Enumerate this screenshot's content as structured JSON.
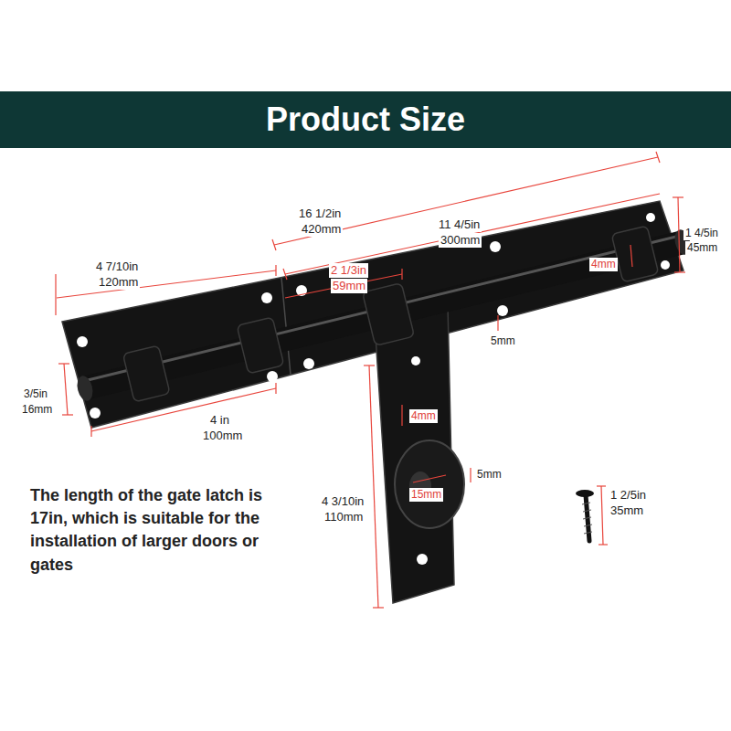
{
  "diagram": {
    "title": "Product Size",
    "labels": [
      "16 1/2in",
      "420mm",
      "11 4/5in",
      "300mm",
      "1 4/5in",
      "45mm",
      "4 7/10in",
      "120mm",
      "2 1/3in",
      "59mm",
      "4mm",
      "5mm",
      "3/5in",
      "16mm",
      "4 in",
      "100mm",
      "4mm",
      "5mm",
      "15mm",
      "4 3/10in",
      "110mm",
      "1 2/5in",
      "35mm",
      "The length of the gate latch is 17in, which is suitable for the installation of larger doors or gates"
    ]
  }
}
